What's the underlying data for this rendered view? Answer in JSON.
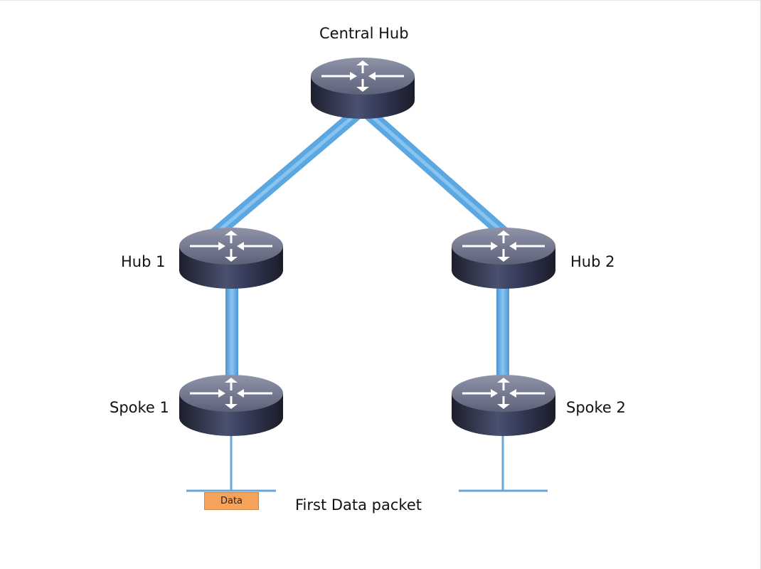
{
  "diagram": {
    "nodes": [
      {
        "id": "central-hub",
        "label": "Central Hub",
        "type": "router"
      },
      {
        "id": "hub-1",
        "label": "Hub 1",
        "type": "router"
      },
      {
        "id": "hub-2",
        "label": "Hub 2",
        "type": "router"
      },
      {
        "id": "spoke-1",
        "label": "Spoke 1",
        "type": "router"
      },
      {
        "id": "spoke-2",
        "label": "Spoke 2",
        "type": "router"
      }
    ],
    "links": [
      {
        "from": "central-hub",
        "to": "hub-1"
      },
      {
        "from": "central-hub",
        "to": "hub-2"
      },
      {
        "from": "hub-1",
        "to": "spoke-1"
      },
      {
        "from": "hub-2",
        "to": "spoke-2"
      }
    ],
    "packet": {
      "label": "Data",
      "location": "spoke-1 LAN",
      "color": "#f5a25a"
    },
    "caption": "First Data packet",
    "colors": {
      "link": "#5ea8e0",
      "router": "#2e3244",
      "lan": "#6aa6d8"
    }
  }
}
